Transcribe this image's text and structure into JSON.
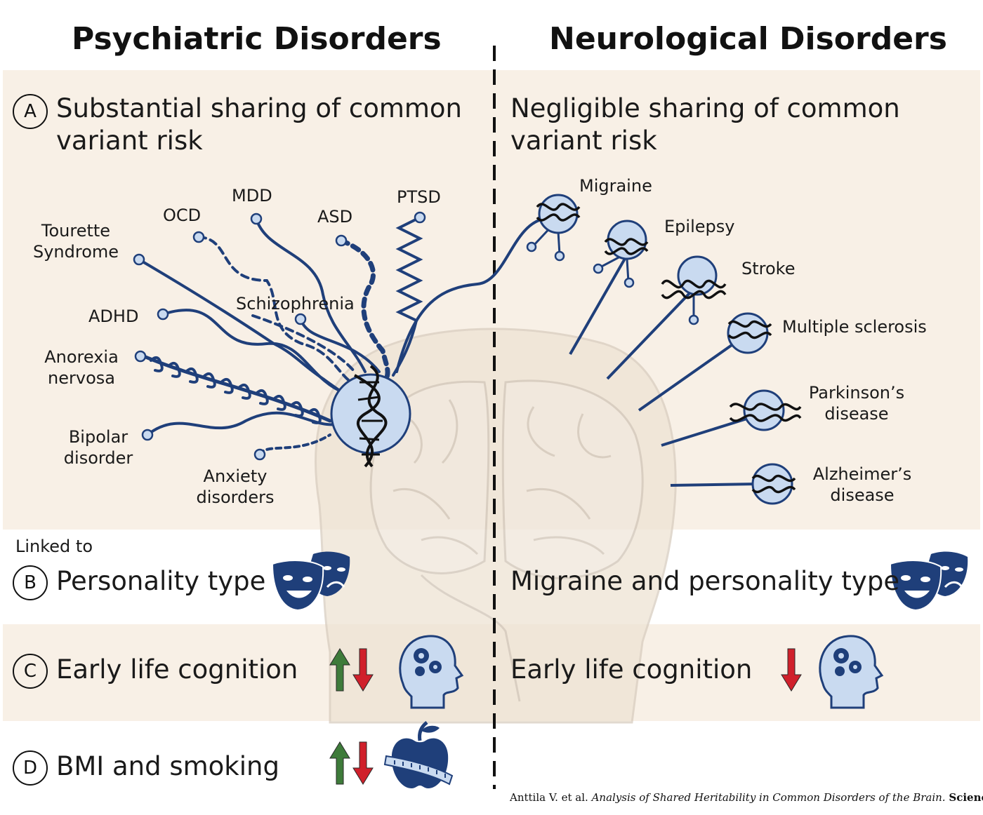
{
  "headers": {
    "left": "Psychiatric Disorders",
    "right": "Neurological Disorders"
  },
  "sections": {
    "a": {
      "letter": "A",
      "left_line1": "Substantial sharing of common",
      "left_line2": "variant risk",
      "right_line1": "Negligible sharing of common",
      "right_line2": "variant risk"
    },
    "linked_to": "Linked to",
    "b": {
      "letter": "B",
      "left": "Personality type",
      "right": "Migraine and personality type"
    },
    "c": {
      "letter": "C",
      "left": "Early life cognition",
      "right": "Early life cognition"
    },
    "d": {
      "letter": "D",
      "left": "BMI and smoking"
    }
  },
  "psychiatric": {
    "ocd": "OCD",
    "mdd": "MDD",
    "asd": "ASD",
    "ptsd": "PTSD",
    "tourette_1": "Tourette",
    "tourette_2": "Syndrome",
    "schizophrenia": "Schizophrenia",
    "adhd": "ADHD",
    "anorexia_1": "Anorexia",
    "anorexia_2": "nervosa",
    "bipolar_1": "Bipolar",
    "bipolar_2": "disorder",
    "anxiety_1": "Anxiety",
    "anxiety_2": "disorders"
  },
  "neurological": {
    "migraine": "Migraine",
    "epilepsy": "Epilepsy",
    "stroke": "Stroke",
    "ms": "Multiple sclerosis",
    "parkinson_1": "Parkinson’s",
    "parkinson_2": "disease",
    "alzheimer_1": "Alzheimer’s",
    "alzheimer_2": "disease"
  },
  "citation": {
    "authors": "Anttila V. et al.",
    "title": "Analysis of Shared Heritability in Common Disorders of the Brain.",
    "journal": "Science"
  },
  "colors": {
    "navy": "#1f3f7a",
    "node_fill": "#c9daf0",
    "panel": "#f8f0e6",
    "up_arrow": "#3e7b3a",
    "down_arrow": "#d0202b",
    "head": "#eee4d6"
  },
  "icons": {
    "masks": "theater-masks-icon",
    "head_gears": "head-gears-icon",
    "apple": "apple-tape-icon",
    "dna": "dna-icon"
  }
}
